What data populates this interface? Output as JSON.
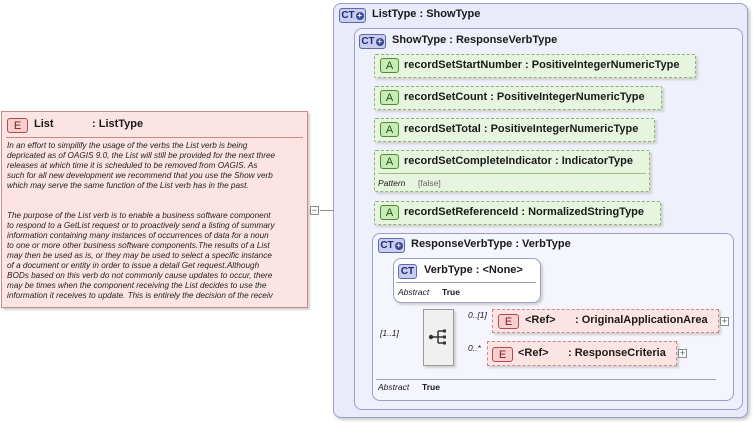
{
  "list_element": {
    "badge": "E",
    "name": "List",
    "type": ": ListType",
    "doc_para1": "In an effort to simpilify the usage of the verbs the List verb is being\ndepricated as of OAGIS 9.0, the List will still be provided for the next three\nreleases at which time it is scheduled to be removed from OAGIS.  As\nsuch for all new development we recommend that you use the Show verb\nwhich may serve the same function of the List verb has in the past.",
    "doc_para2": "The purpose of the List verb is to enable a business software component\nto respond to a GetList request or to proactively send a listing of summary\ninformation containing many instances of occurrences of data for a noun\nto one or more other business software components.The results of a List\nmay then be used as is, or they may be used to select a specific instance\nof a document or entity in order to issue a detail Get request.Although\nBODs based on this verb do not commonly cause updates to occur, there\nmay be times when the component receiving the List decides to use the\ninformation it receives to update.  This is entirely the decision of the receiv",
    "expander": "−"
  },
  "list_type": {
    "badge": "CT",
    "title": "ListType : ShowType"
  },
  "show_type": {
    "badge": "CT",
    "title": "ShowType : ResponseVerbType"
  },
  "attributes": [
    {
      "badge": "A",
      "label": "recordSetStartNumber : PositiveIntegerNumericType"
    },
    {
      "badge": "A",
      "label": "recordSetCount : PositiveIntegerNumericType"
    },
    {
      "badge": "A",
      "label": "recordSetTotal : PositiveIntegerNumericType"
    },
    {
      "badge": "A",
      "label": "recordSetCompleteIndicator : IndicatorType",
      "pattern_label": "Pattern",
      "pattern_value": "[false]"
    },
    {
      "badge": "A",
      "label": "recordSetReferenceId : NormalizedStringType"
    }
  ],
  "response_verb_type": {
    "badge": "CT",
    "title": "ResponseVerbType : VerbType",
    "abstract_label": "Abstract",
    "abstract_value": "True"
  },
  "verb_type": {
    "badge": "CT",
    "title": "VerbType : <None>",
    "abstract_label": "Abstract",
    "abstract_value": "True"
  },
  "sequence": {
    "cardinality": "[1..1]"
  },
  "children": [
    {
      "badge": "E",
      "cardinality": "0..[1]",
      "ref": "<Ref>",
      "name": ": OriginalApplicationArea",
      "expander": "+"
    },
    {
      "badge": "E",
      "cardinality": "0..*",
      "ref": "<Ref>",
      "name": ": ResponseCriteria",
      "expander": "+"
    }
  ]
}
